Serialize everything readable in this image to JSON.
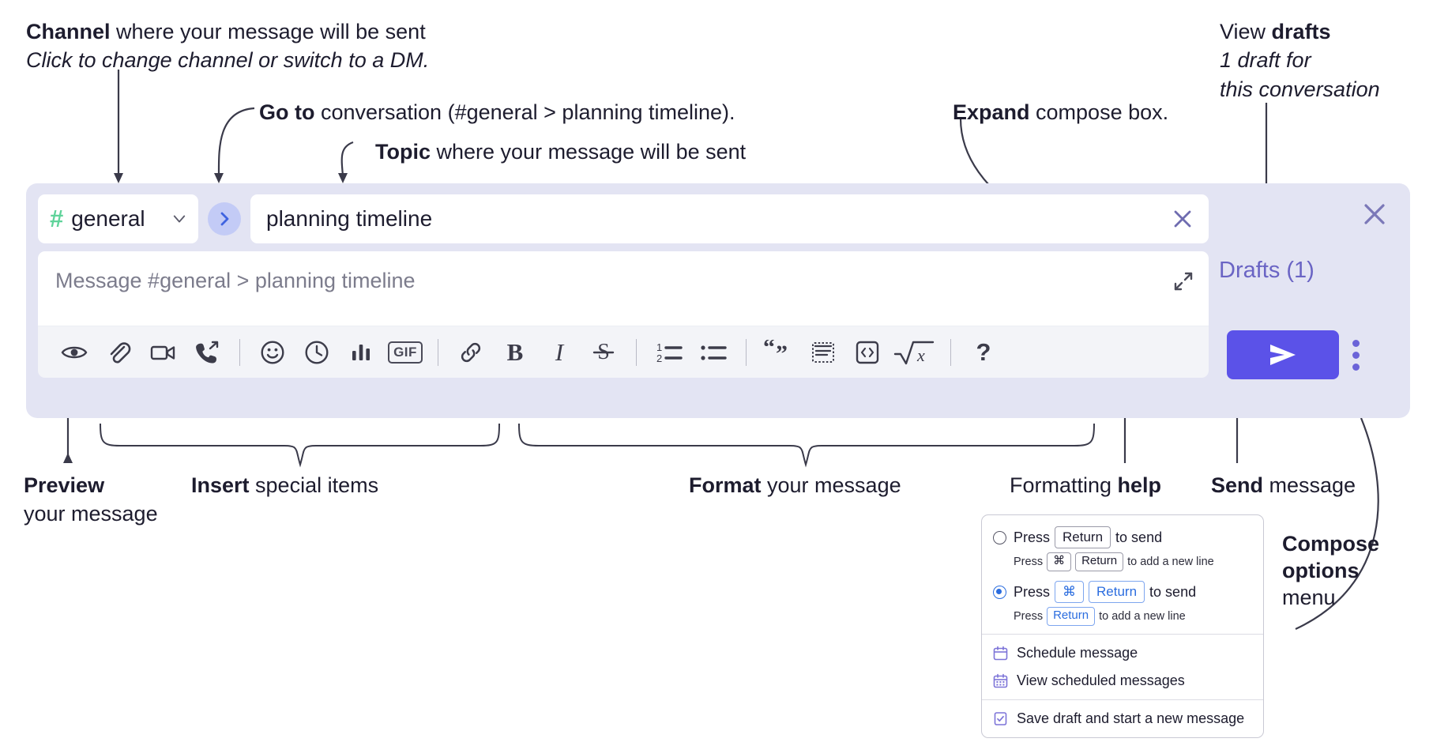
{
  "annotations": {
    "channel": {
      "bold": "Channel",
      "rest": " where your message will be sent",
      "italic": "Click to change channel or switch to a DM."
    },
    "goto": {
      "bold": "Go to",
      "rest": " conversation (#general > planning timeline)."
    },
    "topic": {
      "bold": "Topic",
      "rest": " where your message will be sent"
    },
    "expand": {
      "bold": "Expand",
      "rest": " compose box."
    },
    "drafts": {
      "plain": "View ",
      "bold": "drafts",
      "italic1": "1 draft for",
      "italic2": "this conversation"
    },
    "preview": {
      "bold": "Preview",
      "rest": "your message"
    },
    "insert": {
      "bold": "Insert",
      "rest": " special items"
    },
    "format": {
      "bold": "Format",
      "rest": " your message"
    },
    "help": {
      "plain": "Formatting ",
      "bold": "help"
    },
    "send": {
      "bold": "Send",
      "rest": " message"
    },
    "options": {
      "bold1": "Compose",
      "bold2": "options",
      "rest": "menu"
    }
  },
  "compose": {
    "channel": {
      "hash": "#",
      "name": "general",
      "chevron_icon": "chevron-down-icon"
    },
    "go_button_icon": "chevron-right-icon",
    "topic": {
      "value": "planning timeline",
      "clear_icon": "close-icon"
    },
    "message": {
      "placeholder": "Message #general > planning timeline",
      "expand_icon": "expand-icon"
    },
    "toolbar": [
      {
        "name": "preview-button",
        "icon": "eye-icon"
      },
      {
        "name": "attach-button",
        "icon": "paperclip-icon"
      },
      {
        "name": "video-clip-button",
        "icon": "video-camera-icon"
      },
      {
        "name": "audio-clip-button",
        "icon": "phone-arrow-icon"
      },
      {
        "name": "separator-1",
        "icon": "divider"
      },
      {
        "name": "emoji-button",
        "icon": "smiley-icon"
      },
      {
        "name": "reminder-button",
        "icon": "clock-icon"
      },
      {
        "name": "poll-button",
        "icon": "bar-chart-icon"
      },
      {
        "name": "gif-button",
        "icon": "gif-icon",
        "label": "GIF"
      },
      {
        "name": "separator-2",
        "icon": "divider"
      },
      {
        "name": "link-button",
        "icon": "link-icon"
      },
      {
        "name": "bold-button",
        "icon": "bold-icon",
        "label": "B"
      },
      {
        "name": "italic-button",
        "icon": "italic-icon",
        "label": "I"
      },
      {
        "name": "strikethrough-button",
        "icon": "strikethrough-icon",
        "label": "S"
      },
      {
        "name": "separator-3",
        "icon": "divider"
      },
      {
        "name": "ordered-list-button",
        "icon": "numbered-list-icon"
      },
      {
        "name": "bulleted-list-button",
        "icon": "bulleted-list-icon"
      },
      {
        "name": "separator-4",
        "icon": "divider"
      },
      {
        "name": "blockquote-button",
        "icon": "quote-icon"
      },
      {
        "name": "code-block-button",
        "icon": "code-block-icon"
      },
      {
        "name": "code-button",
        "icon": "code-inline-icon"
      },
      {
        "name": "math-button",
        "icon": "square-root-icon"
      },
      {
        "name": "separator-5",
        "icon": "divider"
      },
      {
        "name": "formatting-help-button",
        "icon": "question-mark-icon",
        "label": "?"
      }
    ],
    "send_button": {
      "icon": "send-paper-plane-icon"
    },
    "compose_options_button": {
      "icon": "kebab-menu-icon"
    },
    "drafts_link": "Drafts (1)",
    "close_button": {
      "icon": "close-icon"
    }
  },
  "popup": {
    "options": [
      {
        "selected": false,
        "main": {
          "pre": "Press",
          "key1": "Return",
          "post": "to send"
        },
        "sub": {
          "pre": "Press",
          "key1": "⌘",
          "key2": "Return",
          "post": "to add a new line"
        }
      },
      {
        "selected": true,
        "main": {
          "pre": "Press",
          "key1": "⌘",
          "key2": "Return",
          "post": "to send"
        },
        "sub": {
          "pre": "Press",
          "key1": "Return",
          "post": "to add a new line"
        }
      }
    ],
    "items": [
      {
        "label": "Schedule message",
        "icon": "calendar-icon"
      },
      {
        "label": "View scheduled messages",
        "icon": "calendar-grid-icon"
      },
      {
        "label": "Save draft and start a new message",
        "icon": "document-check-icon"
      }
    ]
  },
  "colors": {
    "compose_bg": "#e3e4f3",
    "send_purple": "#5b52e8",
    "hash_green": "#5fd39a",
    "go_button_bg": "#c3cbf6",
    "drafts_text": "#6a64c4",
    "accent_blue": "#2b6ddf"
  }
}
